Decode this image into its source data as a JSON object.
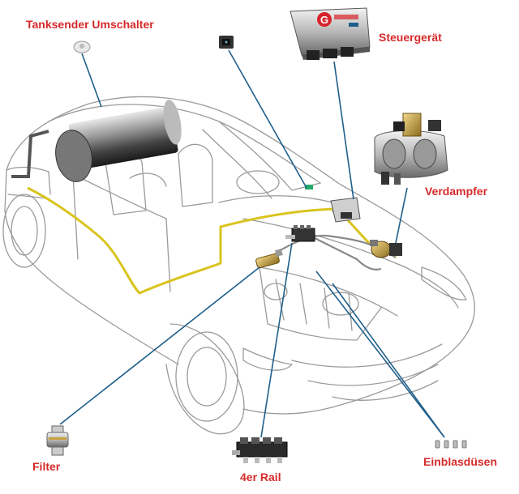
{
  "labels": {
    "tanksender": "Tanksender Umschalter",
    "steuergeraet": "Steuergerät",
    "verdampfer": "Verdampfer",
    "filter": "Filter",
    "rail": "4er Rail",
    "einblasduesen": "Einblasdüsen"
  },
  "ecu_logo_letter": "G",
  "colors": {
    "label": "#d62a2a",
    "leader": "#1f5f8b",
    "gas_line": "#d9c41e",
    "car_outline": "#9a9a9a"
  }
}
